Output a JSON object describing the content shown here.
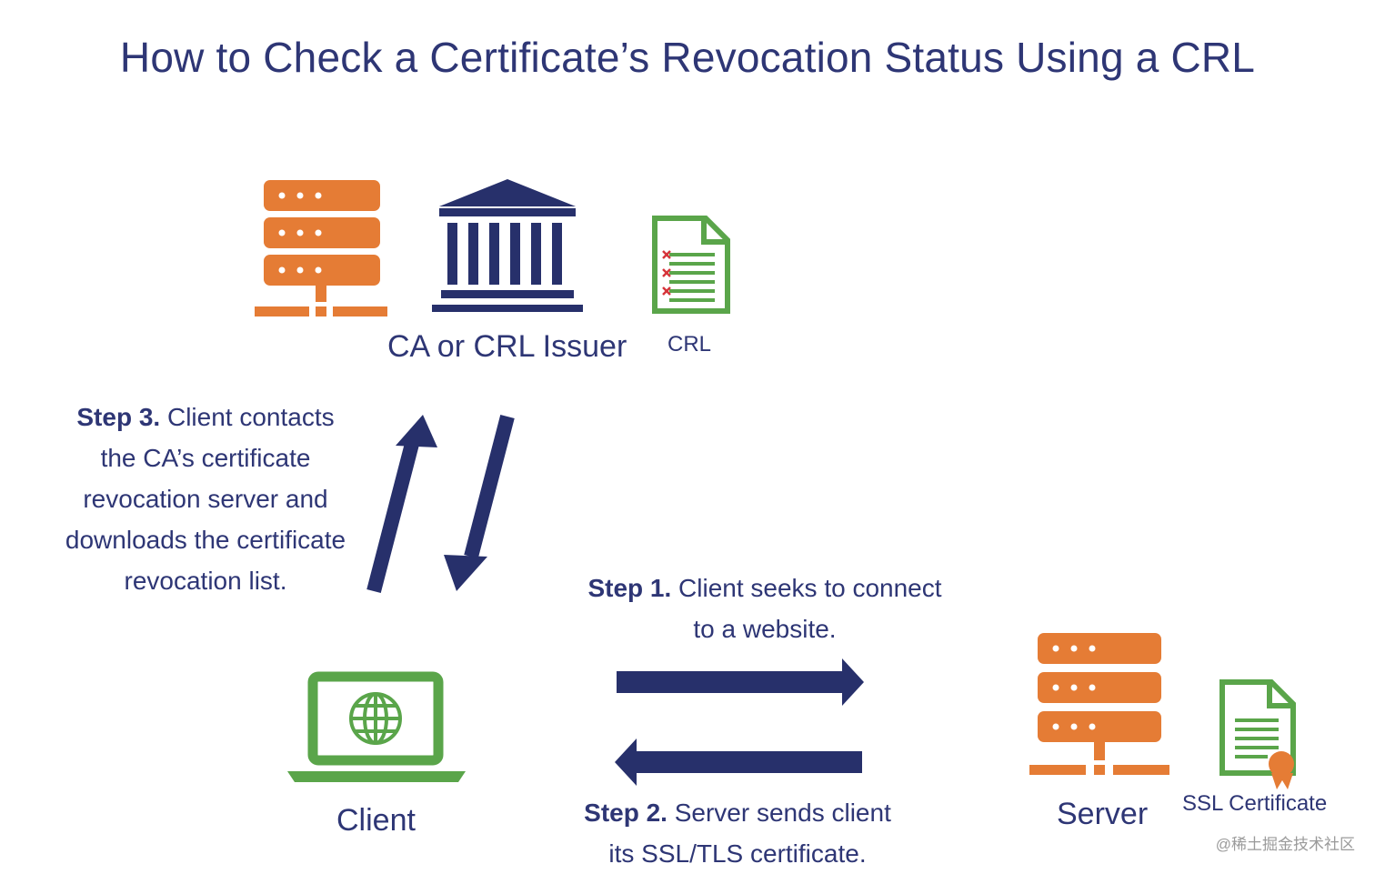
{
  "title": "How to Check a Certificate’s Revocation Status Using a CRL",
  "labels": {
    "ca_issuer": "CA or CRL Issuer",
    "crl": "CRL",
    "client": "Client",
    "server": "Server",
    "ssl_certificate": "SSL Certificate"
  },
  "steps": {
    "step3": {
      "bold": "Step 3.",
      "line1": "Client contacts",
      "line2": "the CA’s certificate",
      "line3": "revocation server and",
      "line4": "downloads the certificate",
      "line5": "revocation list."
    },
    "step1": {
      "bold": "Step 1.",
      "line1": "Client seeks to connect",
      "line2": "to a website."
    },
    "step2": {
      "bold": "Step 2.",
      "line1": "Server sends client",
      "line2": "its SSL/TLS certificate."
    }
  },
  "watermark": "@稀土掘金技术社区",
  "icons": {
    "ca_server": "server-icon",
    "ca_building": "bank-building-icon",
    "crl_document": "document-list-icon",
    "client": "laptop-globe-icon",
    "server": "server-icon",
    "ssl_certificate": "certificate-icon"
  },
  "colors": {
    "title": "#2e3675",
    "navy": "#27306b",
    "orange": "#e57c35",
    "green": "#5aa54a",
    "red_mark": "#d6343a"
  }
}
